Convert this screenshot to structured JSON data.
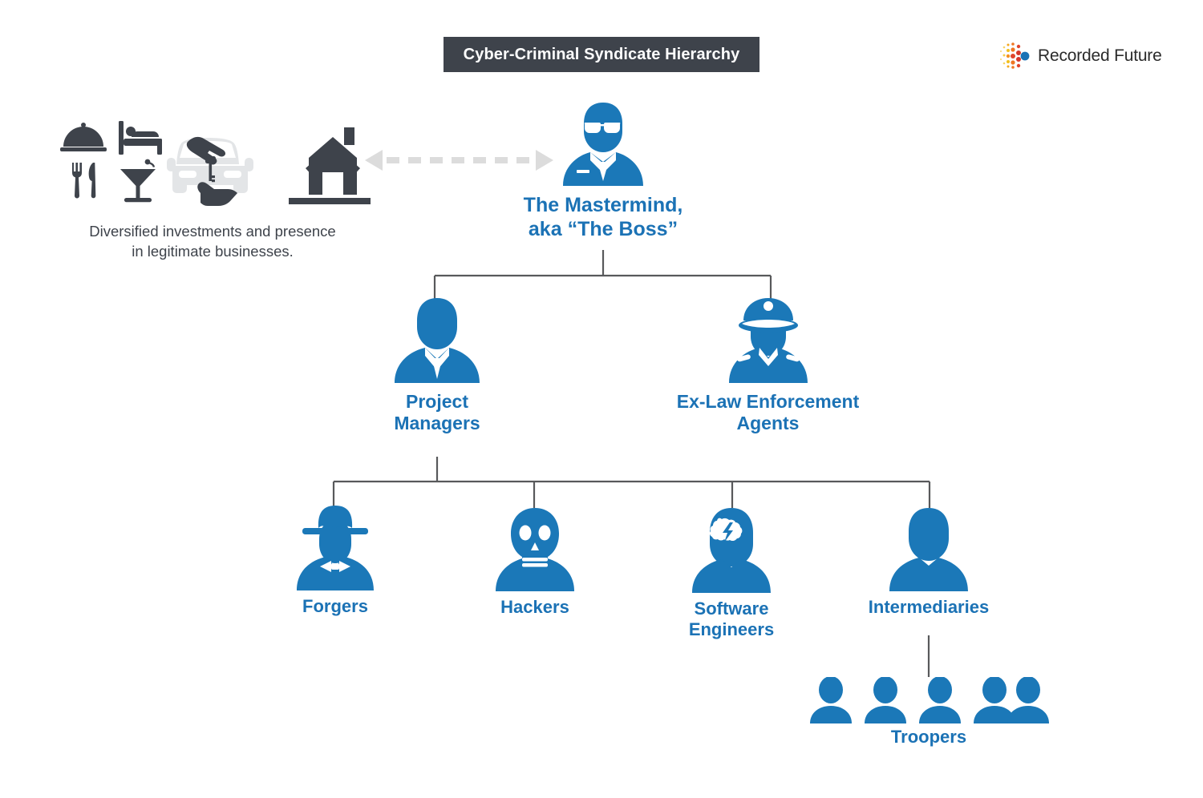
{
  "header": {
    "title": "Cyber-Criminal Syndicate Hierarchy",
    "title_bg": "#3e434b",
    "title_color": "#ffffff"
  },
  "brand": {
    "name": "Recorded Future",
    "logo_icon": "recorded-future-dot-cluster-icon",
    "text_color": "#2b2b2b",
    "dot_colors": [
      "#f3c01d",
      "#f59120",
      "#ef7622",
      "#e0452c",
      "#d5372c",
      "#1b72b5"
    ]
  },
  "legitimate_business": {
    "icons": [
      "food-cloche-icon",
      "bed-icon",
      "fork-and-knife-icon",
      "martini-glass-icon",
      "car-key-handover-icon",
      "house-icon"
    ],
    "caption_line1": "Diversified investments and presence",
    "caption_line2": "in legitimate businesses.",
    "caption_color": "#3e434b",
    "icon_dark": "#3e434b",
    "icon_light": "#e3e5e7"
  },
  "link": {
    "type": "double-headed-dashed-arrow",
    "color": "#dcdcdc"
  },
  "theme": {
    "accent_blue": "#1b78b8",
    "label_blue": "#1b72b5",
    "connector_gray": "#58595b",
    "background": "#ffffff"
  },
  "hierarchy": {
    "levels": [
      {
        "nodes": [
          {
            "id": "mastermind",
            "label_line1": "The Mastermind,",
            "label_line2": "aka “The Boss”",
            "icon": "boss-sunglasses-suit-icon"
          }
        ]
      },
      {
        "nodes": [
          {
            "id": "project-managers",
            "label_line1": "Project",
            "label_line2": "Managers",
            "icon": "businessman-suit-tie-icon"
          },
          {
            "id": "ex-law-enforcement",
            "label_line1": "Ex-Law Enforcement",
            "label_line2": "Agents",
            "icon": "police-officer-cap-icon"
          }
        ]
      },
      {
        "nodes": [
          {
            "id": "forgers",
            "label_line1": "Forgers",
            "label_line2": "",
            "icon": "fedora-hat-bowtie-icon"
          },
          {
            "id": "hackers",
            "label_line1": "Hackers",
            "label_line2": "",
            "icon": "skull-head-icon"
          },
          {
            "id": "software-engineers",
            "label_line1": "Software",
            "label_line2": "Engineers",
            "icon": "brain-lightning-bolt-icon"
          },
          {
            "id": "intermediaries",
            "label_line1": "Intermediaries",
            "label_line2": "",
            "icon": "person-silhouette-icon"
          }
        ]
      },
      {
        "nodes": [
          {
            "id": "troopers",
            "label_line1": "Troopers",
            "label_line2": "",
            "icon": "five-person-silhouettes-icon",
            "count": 5
          }
        ]
      }
    ]
  }
}
